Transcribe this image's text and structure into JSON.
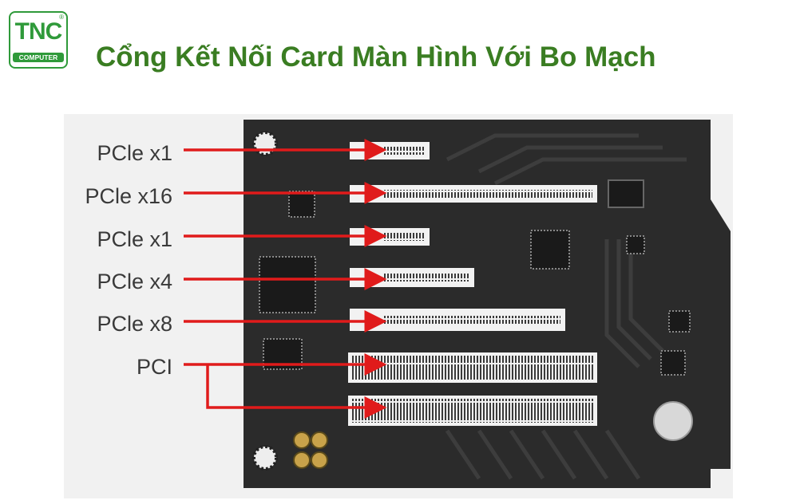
{
  "header": {
    "logo_text": "TNC",
    "logo_subtext": "COMPUTER",
    "title": "Cổng Kết Nối Card Màn Hình Với Bo Mạch"
  },
  "colors": {
    "title": "#3a7d22",
    "logo": "#2f9a3a",
    "arrow": "#e01b1b",
    "board": "#2b2b2b",
    "slot": "#f2f2f2"
  },
  "slots": [
    {
      "label": "PCle x1",
      "slot_type": "PCIe x1"
    },
    {
      "label": "PCle x16",
      "slot_type": "PCIe x16"
    },
    {
      "label": "PCle x1",
      "slot_type": "PCIe x1"
    },
    {
      "label": "PCle x4",
      "slot_type": "PCIe x4"
    },
    {
      "label": "PCle x8",
      "slot_type": "PCIe x8"
    },
    {
      "label": "PCI",
      "slot_type": "PCI"
    }
  ]
}
